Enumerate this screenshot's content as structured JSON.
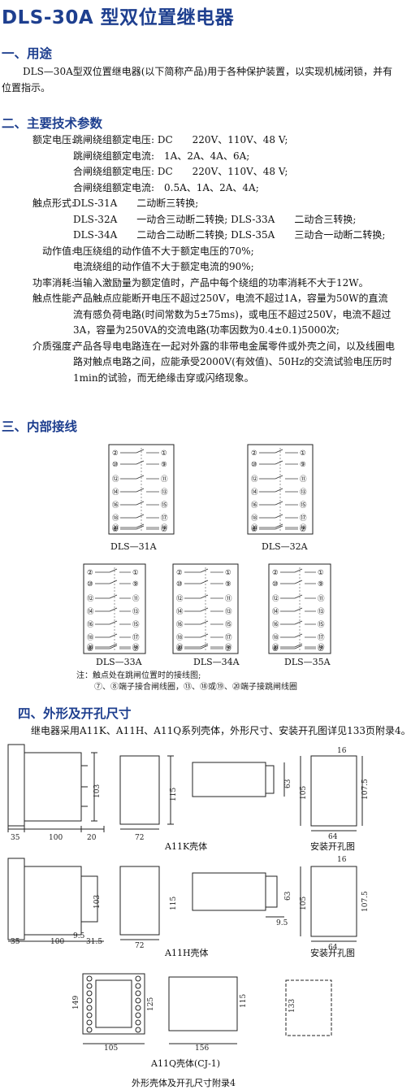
{
  "title": "DLS-30A 型双位置继电器",
  "sections": {
    "purpose": {
      "heading": "一、用途",
      "text": "DLS—30A型双位置继电器(以下简称产品)用于各种保护装置，以实现机械闭锁，并有位置指示。"
    },
    "specs": {
      "heading": "二、主要技术参数",
      "rows": [
        {
          "label": "额定电压:",
          "value": "跳闸绕组额定电压: DC　　220V、110V、48 V;"
        },
        {
          "label": "",
          "value": "跳闸绕组额定电流:　1A、2A、4A、6A;"
        },
        {
          "label": "",
          "value": "合闸绕组额定电压: DC　　220V、110V、48 V;"
        },
        {
          "label": "",
          "value": "合闸绕组额定电流:　0.5A、1A、2A、4A;"
        },
        {
          "label": "触点形式:",
          "value": "DLS-31A　　二动断三转换;"
        },
        {
          "label": "",
          "value": "DLS-32A　　一动合三动断二转换;  DLS-33A　　二动合三转换;"
        },
        {
          "label": "",
          "value": "DLS-34A　　二动合二动断二转换;  DLS-35A　　三动合一动断二转换;"
        },
        {
          "label": "动作值:",
          "value": "电压绕组的动作值不大于额定电压的70%;"
        },
        {
          "label": "",
          "value": "电流绕组的动作值不大于额定电流的90%;"
        },
        {
          "label": "功率消耗:",
          "value": "当输入激励量为额定值时，产品中每个绕组的功率消耗不大于12W。"
        },
        {
          "label": "触点性能:",
          "value": "产品触点应能断开电压不超过250V，电流不超过1A，容量为50W的直流流有感负荷电路(时间常数为5±75ms)，或电压不超过250V，电流不超过3A，容量为250VA的交流电路(功率因数为0.4±0.1)5000次;",
          "wrap": true
        },
        {
          "label": "介质强度:",
          "value": "产品各导电电路连在一起对外露的非带电金属零件或外壳之间，以及线圈电路对触点电路之间，应能承受2000V(有效值)、50Hz的交流试验电压历时1min的试验，而无绝缘击穿或闪络现象。",
          "wrap": true
        }
      ]
    },
    "wiring": {
      "heading": "三、内部接线",
      "diagrams": [
        "DLS—31A",
        "DLS—32A",
        "DLS—33A",
        "DLS—34A",
        "DLS—35A"
      ],
      "note_line1": "注：触点处在跳闸位置时的接线图;",
      "note_line2": "⑦、⑧端子接合闸线圈，⑬、⑱或⑲、⑳端子接跳闸线圈"
    },
    "dimensions": {
      "heading": "四、外形及开孔尺寸",
      "text": "继电器采用A11K、A11H、A11Q系列壳体，外形尺寸、安装开孔图详见133页附录4。",
      "caption_a11k": "A11K壳体",
      "caption_a11h": "A11H壳体",
      "caption_a11q": "A11Q壳体(CJ-1)",
      "caption_hole": "安装开孔图",
      "footer": "外形壳体及开孔尺寸附录4"
    }
  },
  "drawing_labels": {
    "dims_k": [
      "35",
      "100",
      "20",
      "103",
      "72",
      "115",
      "63",
      "105",
      "64",
      "16",
      "107.5"
    ],
    "dims_h": [
      "35",
      "100",
      "9.5",
      "31.5",
      "103",
      "72",
      "115",
      "63",
      "9.5",
      "105",
      "64",
      "16",
      "107.5"
    ],
    "dims_q": [
      "149",
      "125",
      "105",
      "115",
      "156",
      "133"
    ],
    "terminals_left": [
      "②",
      "⑩",
      "⑫",
      "⑭",
      "⑯",
      "⑱",
      "⑳",
      "⑧"
    ],
    "terminals_right": [
      "①",
      "⑨",
      "⑪",
      "⑬",
      "⑮",
      "⑰",
      "⑲",
      "⑦"
    ]
  }
}
